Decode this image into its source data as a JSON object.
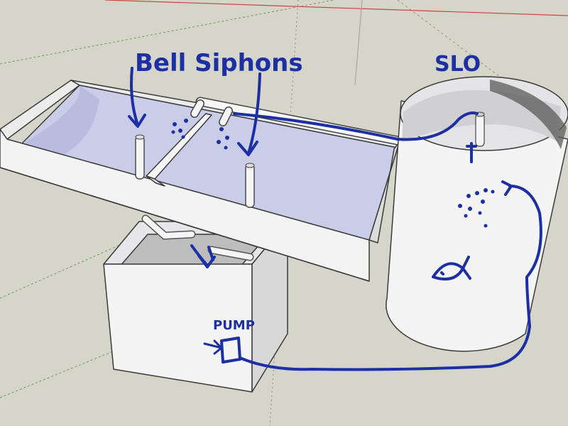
{
  "labels": {
    "bell_siphons": "Bell Siphons",
    "slo": "SLO",
    "pump": "PUMP"
  },
  "colors": {
    "ground": "#d6d5c9",
    "ink": "#1c2fa3",
    "trough_inner": "#c9cde8",
    "trough_side": "#f2f2f2",
    "tank_face": "#f4f4f4"
  }
}
